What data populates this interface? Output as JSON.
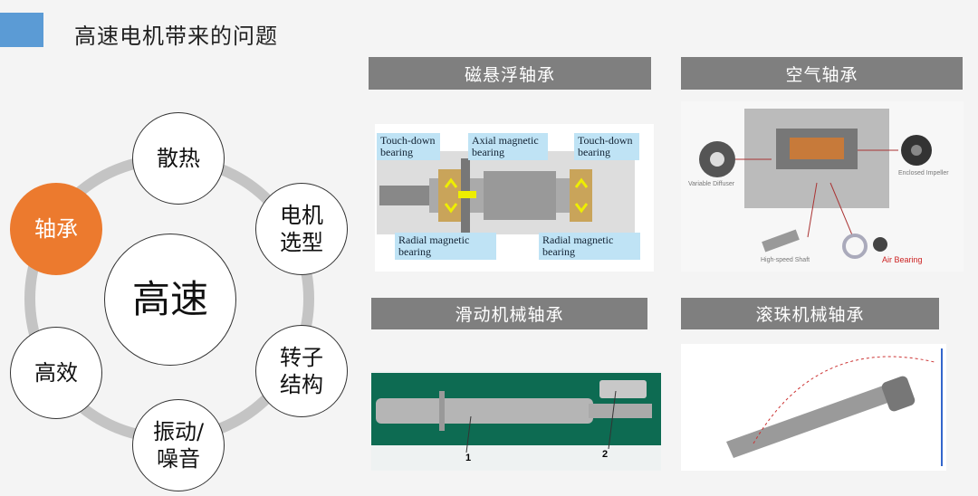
{
  "title": "高速电机带来的问题",
  "center": "高速",
  "nodes": {
    "heat": "散热",
    "motor1": "电机",
    "motor2": "选型",
    "bearing": "轴承",
    "rotor1": "转子",
    "rotor2": "结构",
    "vib1": "振动/",
    "vib2": "噪音",
    "eff": "高效"
  },
  "panels": {
    "maglev": {
      "title": "磁悬浮轴承",
      "labels": [
        "Touch-down bearing",
        "Axial magnetic bearing",
        "Touch-down bearing",
        "Radial magnetic bearing",
        "Radial magnetic bearing"
      ]
    },
    "air": {
      "title": "空气轴承",
      "labels": [
        "Variable Diffuser",
        "Enclosed Impeller",
        "High-speed Shaft",
        "Air Bearing"
      ]
    },
    "sliding": {
      "title": "滑动机械轴承",
      "labels": [
        "1",
        "2"
      ]
    },
    "ball": {
      "title": "滚珠机械轴承"
    }
  },
  "colors": {
    "accent": "#5b9bd5",
    "orange": "#ec7a2e",
    "bar": "#7f7f7f"
  }
}
